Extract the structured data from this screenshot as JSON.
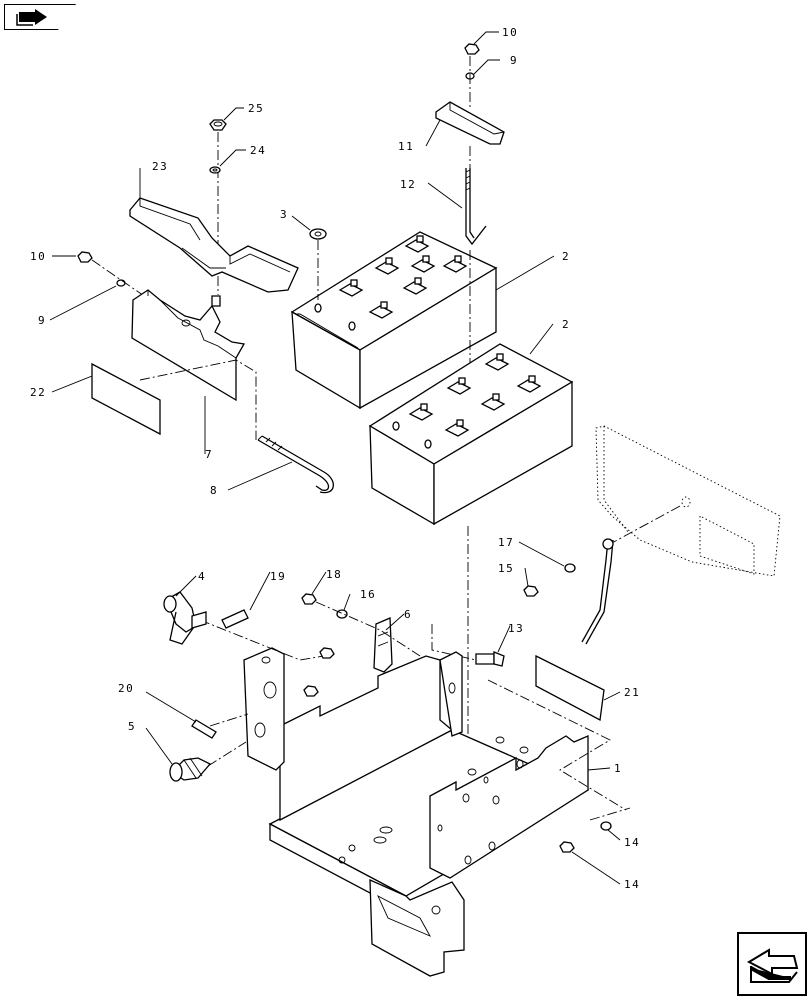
{
  "diagram": {
    "callouts": [
      {
        "id": "c1",
        "label": "1"
      },
      {
        "id": "c2a",
        "label": "2"
      },
      {
        "id": "c2b",
        "label": "2"
      },
      {
        "id": "c3",
        "label": "3"
      },
      {
        "id": "c4",
        "label": "4"
      },
      {
        "id": "c5",
        "label": "5"
      },
      {
        "id": "c6",
        "label": "6"
      },
      {
        "id": "c7",
        "label": "7"
      },
      {
        "id": "c8",
        "label": "8"
      },
      {
        "id": "c9a",
        "label": "9"
      },
      {
        "id": "c9b",
        "label": "9"
      },
      {
        "id": "c10a",
        "label": "10"
      },
      {
        "id": "c10b",
        "label": "10"
      },
      {
        "id": "c11",
        "label": "11"
      },
      {
        "id": "c12",
        "label": "12"
      },
      {
        "id": "c13",
        "label": "13"
      },
      {
        "id": "c14a",
        "label": "14"
      },
      {
        "id": "c14b",
        "label": "14"
      },
      {
        "id": "c15",
        "label": "15"
      },
      {
        "id": "c16",
        "label": "16"
      },
      {
        "id": "c17",
        "label": "17"
      },
      {
        "id": "c18",
        "label": "18"
      },
      {
        "id": "c19",
        "label": "19"
      },
      {
        "id": "c20",
        "label": "20"
      },
      {
        "id": "c21",
        "label": "21"
      },
      {
        "id": "c22",
        "label": "22"
      },
      {
        "id": "c23",
        "label": "23"
      },
      {
        "id": "c24",
        "label": "24"
      },
      {
        "id": "c25",
        "label": "25"
      }
    ]
  },
  "navigation": {
    "top_left_icon": "book-arrow-icon",
    "bottom_right_icon": "return-arrow-icon"
  }
}
